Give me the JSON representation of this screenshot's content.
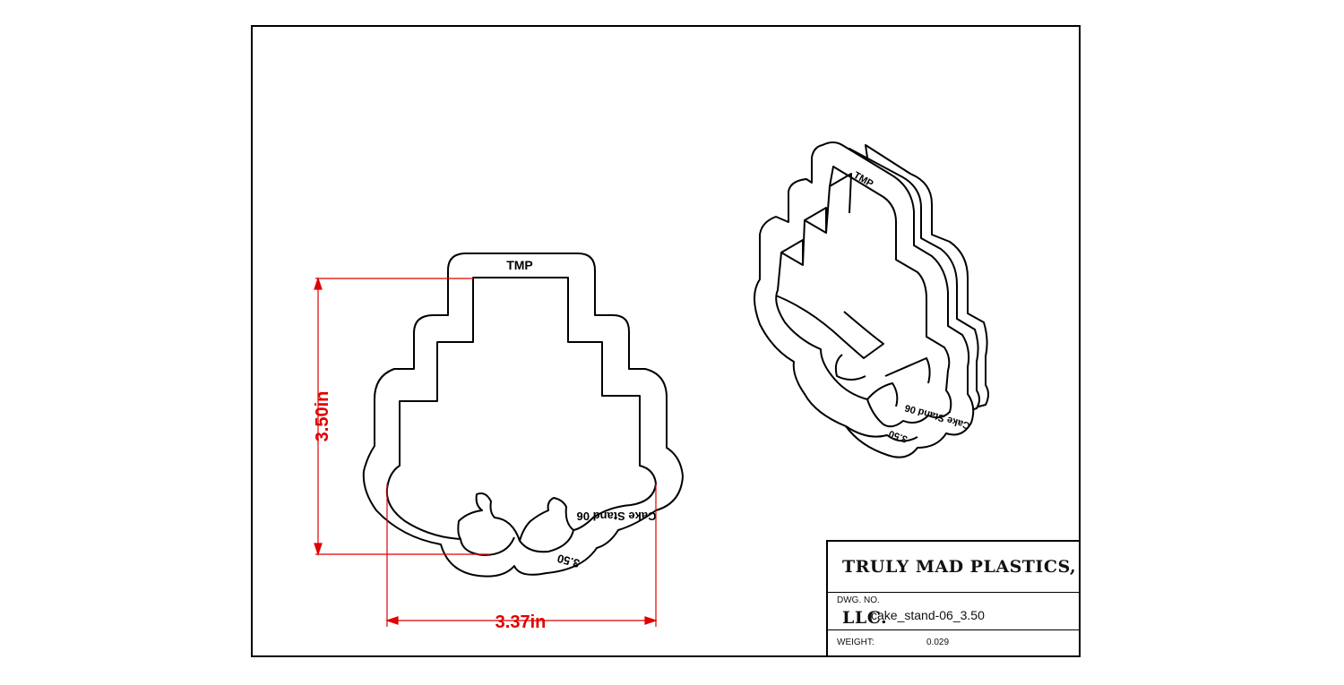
{
  "drawing": {
    "top_embossed_text": "TMP",
    "name_embossed_text": "Cake Stand 06",
    "size_embossed_text": "3.50",
    "iso_top_text": "TMP",
    "iso_name_text": "Cake Stand 06",
    "iso_size_text": "3.50"
  },
  "dimensions": {
    "height_label": "3.50in",
    "width_label": "3.37in",
    "color": "#e00000"
  },
  "title_block": {
    "company": "TRULY MAD PLASTICS, LLC.",
    "dwg_no_label": "DWG.  NO.",
    "dwg_no_value": "cake_stand-06_3.50",
    "weight_label": "WEIGHT:",
    "weight_value": "0.029"
  }
}
